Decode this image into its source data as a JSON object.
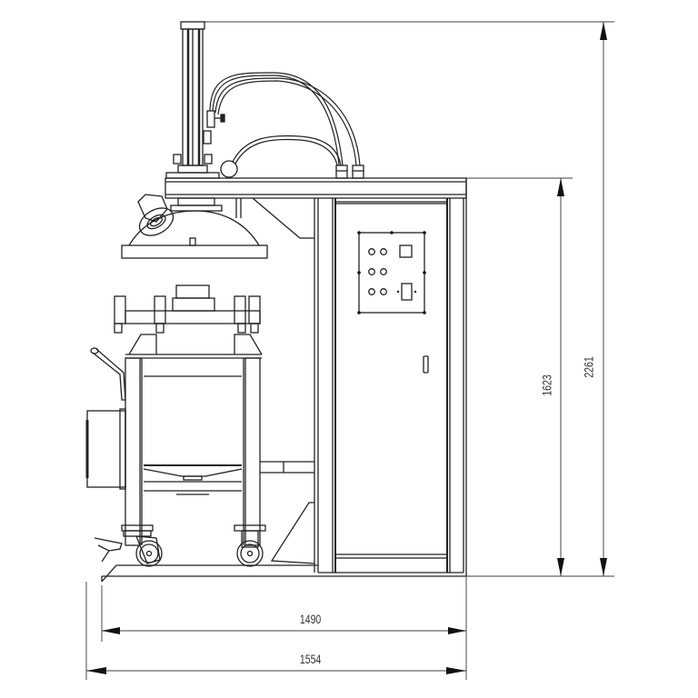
{
  "drawing": {
    "type": "side elevation technical drawing",
    "subject": "mixing / dispensing machine with mobile tank cart and electrical cabinet",
    "line_color": "#222222",
    "dim_line_color": "#666666",
    "background": "#ffffff"
  },
  "dimensions": {
    "overall_height": "2261",
    "cabinet_height": "1623",
    "base_width_inner": "1490",
    "base_width_overall": "1554"
  },
  "control_panel": {
    "indicator_lights": 6,
    "square_switch_label": "",
    "rectangular_switch_label": ""
  },
  "components": [
    "lift-column",
    "hoses",
    "pressure-gauge",
    "top-frame-beam",
    "dome-lid",
    "inspection-port-flange",
    "tank-cart-frame",
    "clamps",
    "handle",
    "side-motor-box",
    "swivel-caster-left",
    "swivel-caster-right",
    "base-plate",
    "electrical-cabinet",
    "cabinet-door",
    "door-handle",
    "support-gusset"
  ]
}
